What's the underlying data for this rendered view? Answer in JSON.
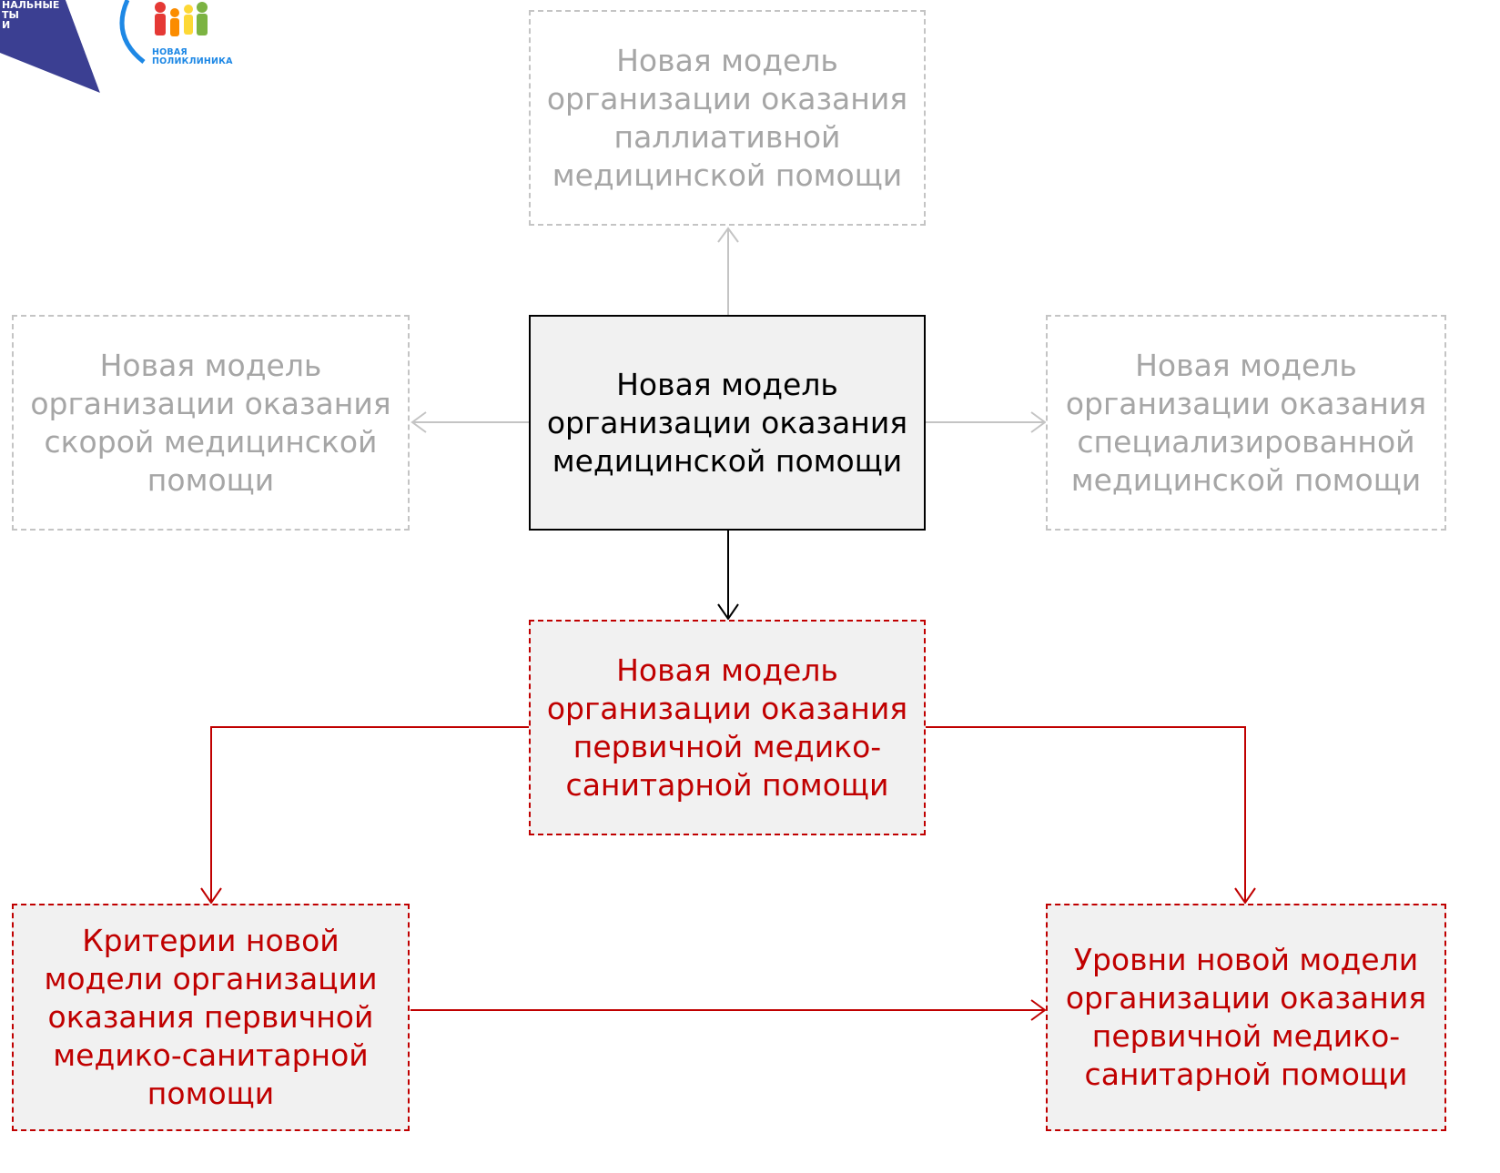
{
  "logos": {
    "national_projects": {
      "text_lines": [
        "НАЛЬНЫЕ",
        "ТЫ",
        "И"
      ],
      "color": "#3b3f92"
    },
    "new_clinic": {
      "text_lines": [
        "НОВАЯ",
        "ПОЛИКЛИНИКА"
      ],
      "text_color": "#1e88e5"
    }
  },
  "nodes": {
    "center": {
      "label": "Новая модель организации оказания медицинской помощи",
      "lines": [
        "Новая модель",
        "организации оказания",
        "медицинской помощи"
      ]
    },
    "palliative": {
      "label": "Новая модель организации оказания паллиативной медицинской помощи",
      "lines": [
        "Новая модель",
        "организации оказания",
        "паллиативной",
        "медицинской помощи"
      ]
    },
    "emergency": {
      "label": "Новая модель организации оказания скорой медицинской помощи",
      "lines": [
        "Новая модель",
        "организации оказания",
        "скорой медицинской",
        "помощи"
      ]
    },
    "specialized": {
      "label": "Новая модель организации оказания специализированной медицинской помощи",
      "lines": [
        "Новая модель",
        "организации оказания",
        "специализированной",
        "медицинской помощи"
      ]
    },
    "primary": {
      "label": "Новая модель организации оказания первичной медико-санитарной помощи",
      "lines": [
        "Новая модель",
        "организации оказания",
        "первичной медико-",
        "санитарной помощи"
      ]
    },
    "criteria": {
      "label": "Критерии новой модели организации оказания первичной медико-санитарной помощи",
      "lines": [
        "Критерии новой",
        "модели организации",
        "оказания первичной",
        "медико-санитарной",
        "помощи"
      ]
    },
    "levels": {
      "label": "Уровни новой модели организации оказания первичной медико-санитарной помощи",
      "lines": [
        "Уровни новой модели",
        "организации оказания",
        "первичной медико-",
        "санитарной помощи"
      ]
    }
  },
  "colors": {
    "gray_border": "#c4c4c4",
    "gray_text": "#a6a6a6",
    "main_border": "#000000",
    "main_fill": "#f1f1f1",
    "red": "#c00000"
  }
}
